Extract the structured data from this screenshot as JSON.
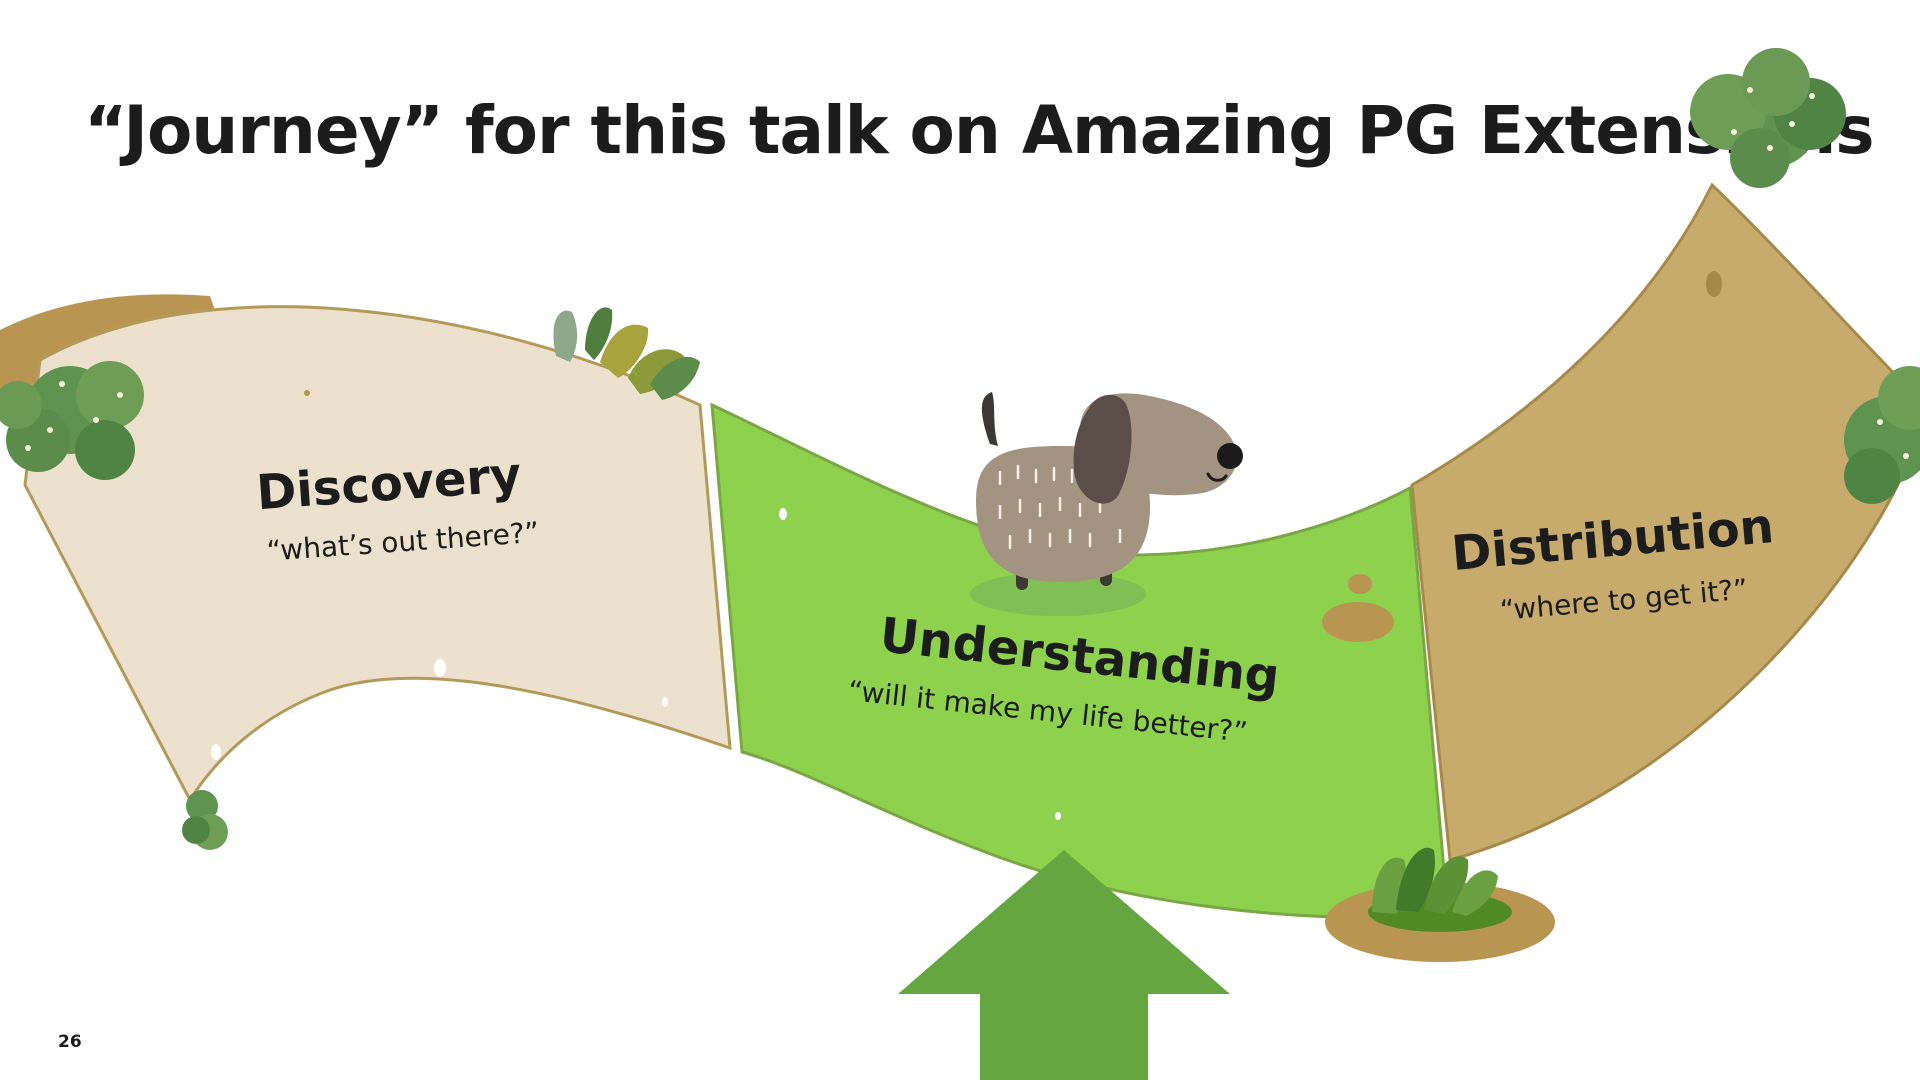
{
  "slide": {
    "title": "“Journey” for this talk on Amazing PG Extensions",
    "page_number": "26"
  },
  "stages": [
    {
      "label": "Discovery",
      "question": "“what’s out there?”",
      "color": "#ebe1cc"
    },
    {
      "label": "Understanding",
      "question": "“will it make my life better?”",
      "color": "#8ed14d"
    },
    {
      "label": "Distribution",
      "question": "“where to get it?”",
      "color": "#c7ab6d"
    }
  ],
  "current_stage": "Understanding",
  "colors": {
    "title_text": "#1c1c1c",
    "arrow": "#66a640",
    "bush": "#5e944f",
    "ground": "#b89652",
    "dog_body": "#a39381",
    "dog_ear": "#5a4f48"
  },
  "icons": {
    "mascot": "dog-illustration",
    "pointer": "up-arrow-icon"
  }
}
